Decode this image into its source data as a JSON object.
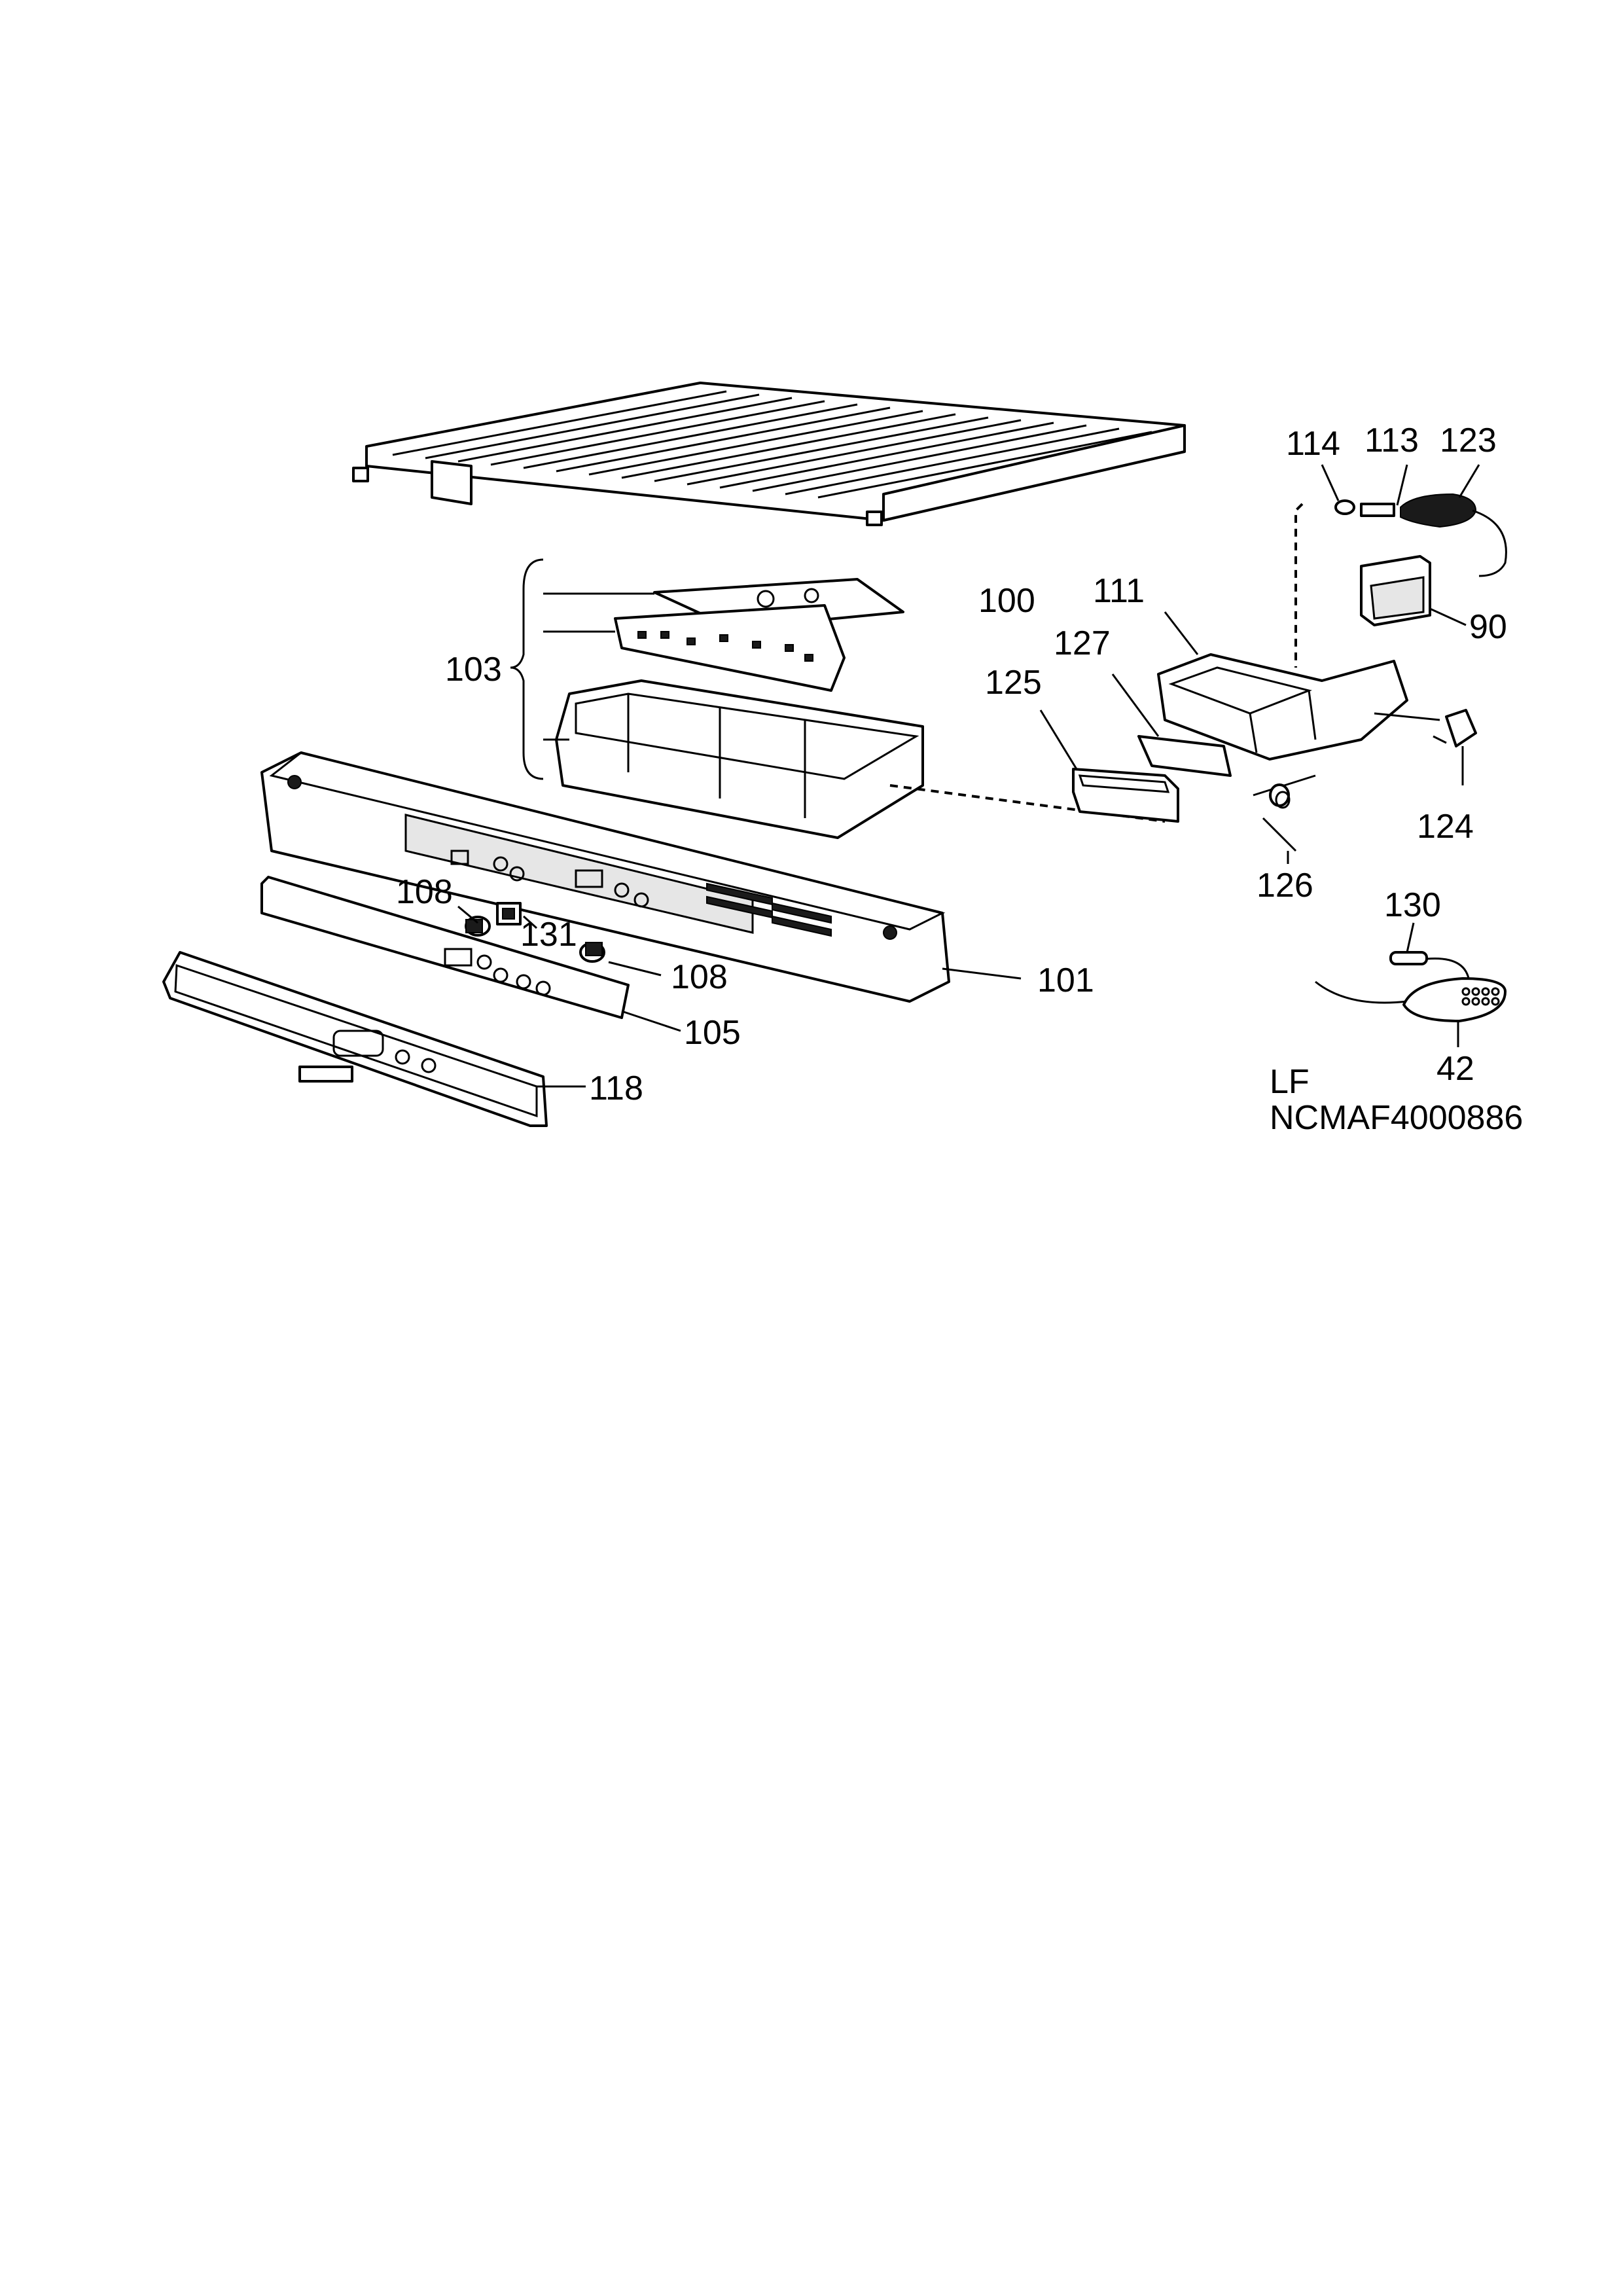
{
  "callouts": {
    "c114": "114",
    "c113": "113",
    "c123": "123",
    "c100": "100",
    "c111": "111",
    "c90": "90",
    "c103": "103",
    "c127": "127",
    "c125": "125",
    "c124": "124",
    "c126": "126",
    "c108a": "108",
    "c131": "131",
    "c108b": "108",
    "c130": "130",
    "c101": "101",
    "c105": "105",
    "c42": "42",
    "c118": "118"
  },
  "footer": {
    "line1": "LF",
    "line2": "NCMAF4000886"
  }
}
